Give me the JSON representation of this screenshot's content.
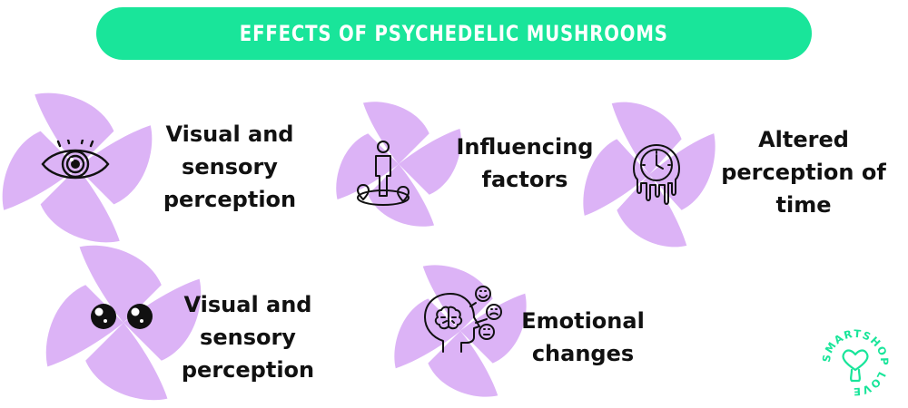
{
  "title": "EFFECTS OF PSYCHEDELIC MUSHROOMS",
  "colors": {
    "banner": "#19e59a",
    "pinwheel": "#dcb3f6",
    "ink": "#111111",
    "logo": "#19e59a"
  },
  "items": [
    {
      "label_lines": [
        "Visual and",
        "sensory",
        "perception"
      ],
      "icon": "eye-icon"
    },
    {
      "label_lines": [
        "Influencing",
        "factors"
      ],
      "icon": "person-location-icon"
    },
    {
      "label_lines": [
        "Altered",
        "perception of",
        "time"
      ],
      "icon": "melting-clock-icon"
    },
    {
      "label_lines": [
        "Visual and",
        "sensory",
        "perception"
      ],
      "icon": "cartoon-eyes-icon"
    },
    {
      "label_lines": [
        "Emotional",
        "changes"
      ],
      "icon": "head-emotions-icon"
    }
  ],
  "logo": {
    "text": "SMARTSHOP LOVE",
    "icon": "mushroom-heart-icon"
  }
}
